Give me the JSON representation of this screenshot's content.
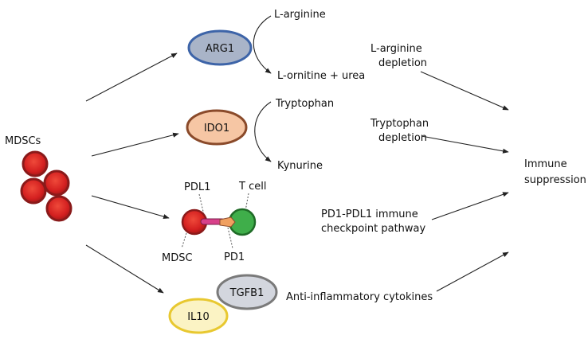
{
  "mdscs_label": "MDSCs",
  "nodes": {
    "arg1": "ARG1",
    "ido1": "IDO1",
    "tgfb1": "TGFB1",
    "il10": "IL10"
  },
  "reactions": {
    "arg1_substrate": "L-arginine",
    "arg1_product": "L-ornitine + urea",
    "ido1_substrate": "Tryptophan",
    "ido1_product": "Kynurine"
  },
  "checkpoint": {
    "pdl1": "PDL1",
    "tcell": "T cell",
    "mdsc": "MDSC",
    "pd1": "PD1"
  },
  "mechanisms": {
    "arg_line1": "L-arginine",
    "arg_line2": "depletion",
    "trp_line1": "Tryptophan",
    "trp_line2": "depletion",
    "pd1_line1": "PD1-PDL1 immune",
    "pd1_line2": "checkpoint pathway",
    "cytokines": "Anti-inflammatory cytokines"
  },
  "outcome": {
    "line1": "Immune",
    "line2": "suppression"
  },
  "colors": {
    "arg1_fill": "#a9b4c8",
    "arg1_stroke": "#3d64a8",
    "ido1_fill": "#f6c6a4",
    "ido1_stroke": "#8a4a2a",
    "tgfb1_fill": "#d3d6de",
    "tgfb1_stroke": "#7a7a7a",
    "il10_fill": "#fbf3c4",
    "il10_stroke": "#e8c830",
    "mdsc_cell": "#d42020",
    "mdsc_cell_stroke": "#8a1a1a",
    "tcell_fill": "#3fae4a",
    "tcell_stroke": "#1f6b27"
  }
}
